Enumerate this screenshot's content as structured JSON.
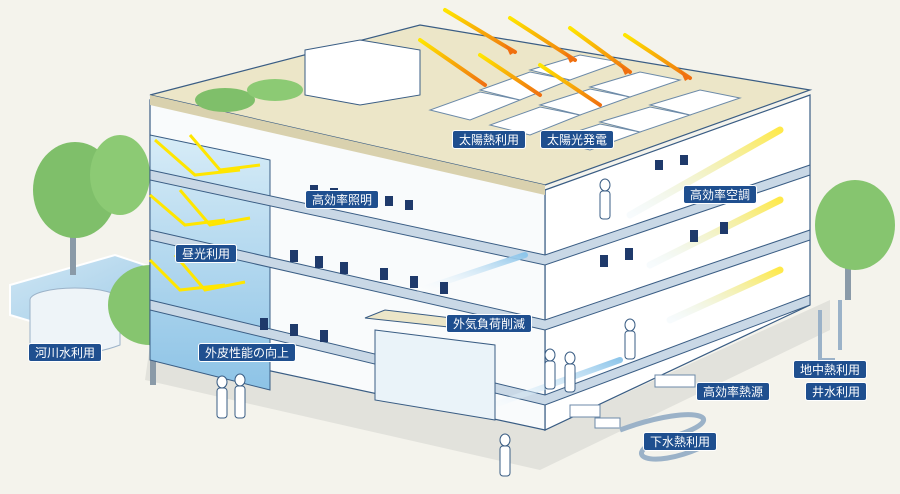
{
  "labels": {
    "solar_thermal": "太陽熱利用",
    "solar_power": "太陽光発電",
    "efficient_lighting": "高効率照明",
    "efficient_hvac": "高効率空調",
    "daylight": "昼光利用",
    "external_load_reduction": "外気負荷削減",
    "river_water": "河川水利用",
    "envelope": "外皮性能の向上",
    "geothermal": "地中熱利用",
    "well_water": "井水利用",
    "efficient_heat_source": "高効率熱源",
    "sewage_heat": "下水熱利用"
  },
  "colors": {
    "label_bg": "#1f4f8f",
    "label_text": "#ffffff",
    "background": "#f4f3ec",
    "sun_arrow_start": "#ffe600",
    "sun_arrow_end": "#f07010",
    "air_arrow": "#ffe94a",
    "glass": "#a9d3ec",
    "building_line": "#3a5d84",
    "tree": "#7fbf6a"
  }
}
